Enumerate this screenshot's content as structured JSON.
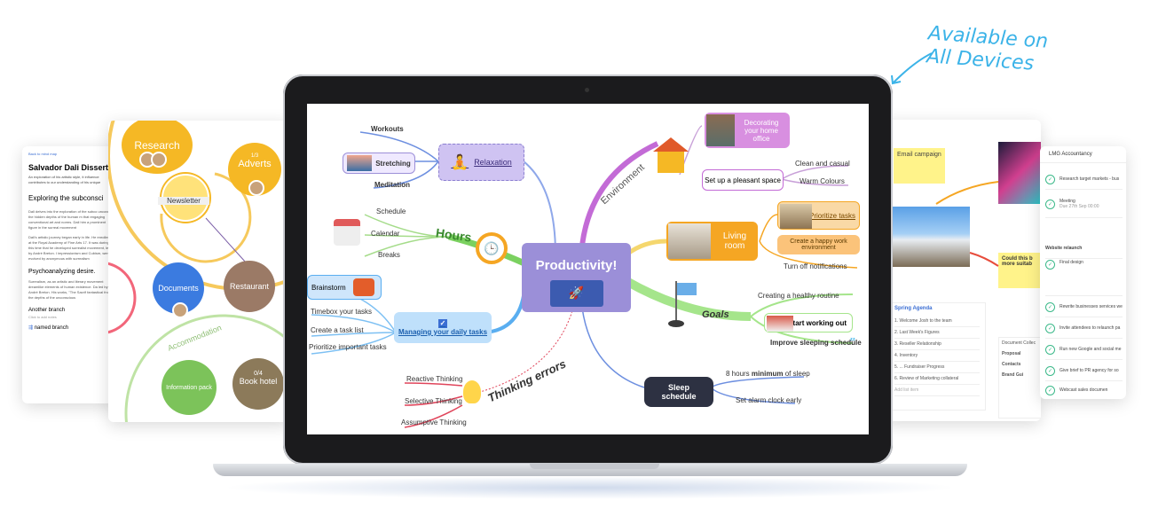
{
  "tagline": {
    "line1": "Available on",
    "line2": "All Devices"
  },
  "doc_card": {
    "back_label": "Back to mind map",
    "title": "Salvador Dali Dissert",
    "intro": "An exploration of his artistic style, it influence contributes to our understanding of his unique",
    "heading1": "Exploring the subconsci",
    "para1": "Dali delves into the exploration of the subco uncover the hidden depths of the human m that engaging conventional art and norms. Dali him a prominent figure in the surreal movement",
    "para2": "Dali's artistic journey began early in life. He enrolled at the Royal Academy of Fine Arts 17. It was during this time that he developed surrealist movement, led by André Breton. I impressionism and Cubism, were evolved by anonymous with surrealism",
    "heading2": "Psychoanalyzing desire.",
    "para3": "Surrealism, as an artistic and literary movement dreamlike elements of human existence. Da led by André Breton. His works, \"The Sacrif fantastical from the depths of the unconscious",
    "branch": "Another branch",
    "notes_hint": "Click to add notes",
    "named_branch": "named branch"
  },
  "circle_card": {
    "research": "Research",
    "adverts": "Adverts",
    "adverts_count": "1/3",
    "newsletter": "Newsletter",
    "documents": "Documents",
    "restaurant": "Restaurant",
    "accommodation": "Accommodation",
    "information_pack": "Information pack",
    "book_hotel": "Book hotel",
    "book_hotel_count": "0/4"
  },
  "mindmap": {
    "center": "Productivity!",
    "relaxation": "Relaxation",
    "stretching": "Stretching",
    "workouts": "Workouts",
    "meditation": "Meditation",
    "hours": "Hours",
    "schedule": "Schedule",
    "calendar": "Calendar",
    "breaks": "Breaks",
    "brainstorm": "Brainstorm",
    "managing": "Managing your daily tasks",
    "timebox": "Timebox your tasks",
    "create_list": "Create a task list",
    "prioritize_important": "Prioritize important tasks",
    "thinking_errors": "Thinking errors",
    "reactive": "Reactive Thinking",
    "selective": "Selective Thinking",
    "assumptive": "Assumptive Thinking",
    "environment": "Environment",
    "decorating": "Decorating your home office",
    "pleasant_space": "Set up a pleasant space",
    "clean_casual": "Clean and casual",
    "warm_colours": "Warm Colours",
    "living_room": "Living room",
    "prioritize_tasks": "Prioritize tasks",
    "happy_work": "Create a happy work environment",
    "turn_off": "Turn off notifications",
    "goals": "Goals",
    "healthy_routine": "Creating a healthy routine",
    "start_working": "Start working out",
    "improve_sleep": "Improve sleeping schedule",
    "sleep_schedule": "Sleep schedule",
    "hours_minimum_pre": "8 hours",
    "hours_minimum_bold": "minimum",
    "hours_minimum_post": "of sleep",
    "alarm": "Set alarm clock early"
  },
  "right_card": {
    "email_campaign": "Email campaign",
    "could_this": "Could this b more suitab",
    "agenda_title": "Spring Agenda",
    "agenda_items": [
      "1. Welcome Josh to the team",
      "2. Last Week's Figures",
      "3. Reseller Relationship",
      "4. Inventory",
      "5. ... Fundraiser Progress",
      "6. Review of Marketing collateral",
      "Add list item"
    ],
    "doc_collection": "Document Collec",
    "docs": [
      "Proposal",
      "Contacts",
      "Brand Gui"
    ],
    "panel_title": "LMG Accountancy",
    "tasks": [
      {
        "label": "Research target markets - bus",
        "sub": ""
      },
      {
        "label": "Meeting",
        "sub": "Due 27th Sep 00:00"
      },
      {
        "label": "Website relaunch",
        "sub": ""
      },
      {
        "label": "Final design",
        "sub": ""
      },
      {
        "label": "Rewrite businesses services we",
        "sub": ""
      },
      {
        "label": "Invite attendees to relaunch pa",
        "sub": ""
      },
      {
        "label": "Run new Google and social me",
        "sub": ""
      },
      {
        "label": "Give brief to PR agency for so",
        "sub": ""
      },
      {
        "label": "Webcast sales documen",
        "sub": ""
      }
    ]
  },
  "colors": {
    "accent_blue": "#3bb3e8",
    "center_purple": "#9b8fd8",
    "hours_green": "#7bd160",
    "environment_purple": "#c36bd6",
    "tasks_blue": "#5aaef0",
    "living_orange": "#f5a623",
    "goals_green": "#a5e58b",
    "errors_red": "#e0455b"
  }
}
